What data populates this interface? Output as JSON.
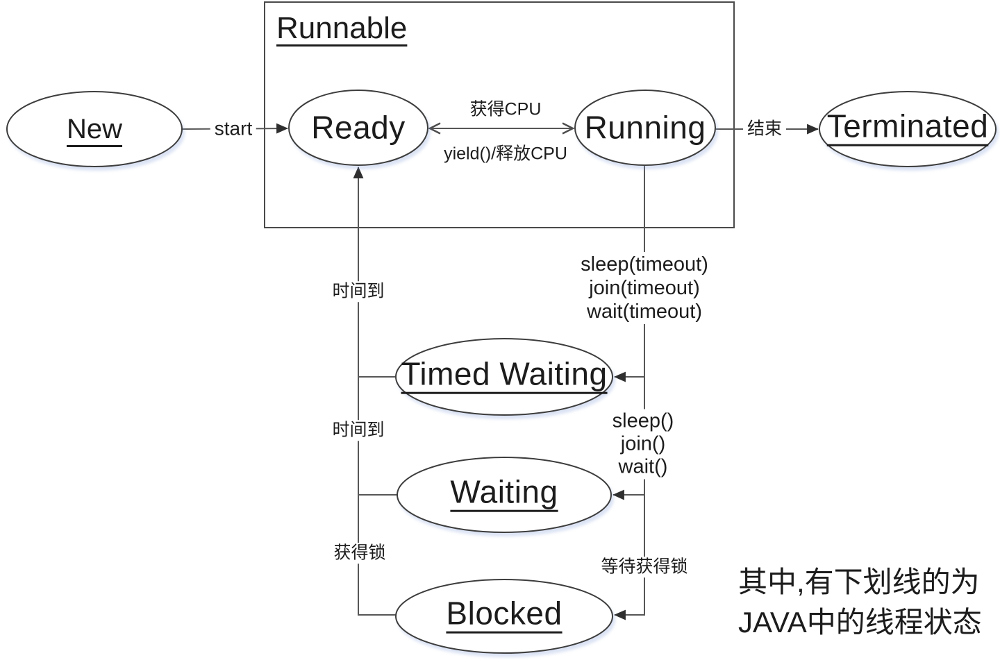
{
  "diagram": {
    "runnable_box": {
      "label": "Runnable"
    },
    "states": {
      "new": {
        "label": "New",
        "underlined": true
      },
      "ready": {
        "label": "Ready",
        "underlined": false
      },
      "running": {
        "label": "Running",
        "underlined": false
      },
      "terminated": {
        "label": "Terminated",
        "underlined": true
      },
      "timed_waiting": {
        "label": "Timed Waiting",
        "underlined": true
      },
      "waiting": {
        "label": "Waiting",
        "underlined": true
      },
      "blocked": {
        "label": "Blocked",
        "underlined": true
      }
    },
    "transitions": {
      "start": {
        "label": "start",
        "from": "new",
        "to": "ready"
      },
      "acquire_cpu": {
        "label": "获得CPU",
        "from": "ready",
        "to": "running"
      },
      "yield_release_cpu": {
        "label": "yield()/释放CPU",
        "from": "running",
        "to": "ready"
      },
      "end": {
        "label": "结束",
        "from": "running",
        "to": "terminated"
      },
      "time_up_from_timed_waiting": {
        "label": "时间到",
        "from": "timed_waiting",
        "to": "ready"
      },
      "time_up_from_waiting": {
        "label": "时间到",
        "from": "waiting",
        "to": "ready"
      },
      "acquire_lock": {
        "label": "获得锁",
        "from": "blocked",
        "to": "ready"
      },
      "to_timed_waiting": {
        "lines": [
          "sleep(timeout)",
          "join(timeout)",
          "wait(timeout)"
        ],
        "from": "running",
        "to": "timed_waiting"
      },
      "to_waiting": {
        "lines": [
          "sleep()",
          "join()",
          "wait()"
        ],
        "from": "running",
        "to": "waiting"
      },
      "wait_acquire_lock": {
        "label": "等待获得锁",
        "from": "running",
        "to": "blocked"
      }
    },
    "note": {
      "lines": [
        "其中,有下划线的为",
        "JAVA中的线程状态"
      ]
    },
    "colors": {
      "background": "#ffffff",
      "connector_line": "#565656",
      "shape_border": "#3d3d3d",
      "text": "#1c1c1c",
      "ellipse_shadow": "rgba(125,155,215,0.28)"
    }
  }
}
